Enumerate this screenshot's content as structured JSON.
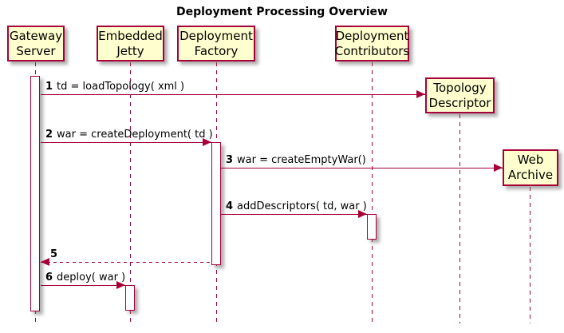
{
  "title": "Deployment Processing Overview",
  "diagram_type": "uml-sequence",
  "colors": {
    "participant_fill": "#FEFECE",
    "line_and_border": "#A80036",
    "text": "#000000",
    "background": "#FFFFFF",
    "shadow": "#6E6E6E"
  },
  "participants": [
    {
      "id": "gateway-server",
      "label": "Gateway\nServer"
    },
    {
      "id": "embedded-jetty",
      "label": "Embedded\nJetty"
    },
    {
      "id": "deployment-factory",
      "label": "Deployment\nFactory"
    },
    {
      "id": "deployment-contributors",
      "label": "Deployment\nContributors"
    }
  ],
  "created_participants": [
    {
      "id": "topology-descriptor",
      "label": "Topology\nDescriptor"
    },
    {
      "id": "web-archive",
      "label": "Web\nArchive"
    }
  ],
  "messages": [
    {
      "seq": "1",
      "text": "td = loadTopology( xml )",
      "from": "Gateway Server",
      "to": "Topology Descriptor",
      "style": "solid"
    },
    {
      "seq": "2",
      "text": "war = createDeployment( td )",
      "from": "Gateway Server",
      "to": "Deployment Factory",
      "style": "solid"
    },
    {
      "seq": "3",
      "text": "war = createEmptyWar()",
      "from": "Deployment Factory",
      "to": "Web Archive",
      "style": "solid"
    },
    {
      "seq": "4",
      "text": "addDescriptors( td, war )",
      "from": "Deployment Factory",
      "to": "Deployment Contributors",
      "style": "solid"
    },
    {
      "seq": "5",
      "text": "",
      "from": "Deployment Factory",
      "to": "Gateway Server",
      "style": "dashed-return"
    },
    {
      "seq": "6",
      "text": "deploy( war )",
      "from": "Gateway Server",
      "to": "Embedded Jetty",
      "style": "solid"
    }
  ]
}
